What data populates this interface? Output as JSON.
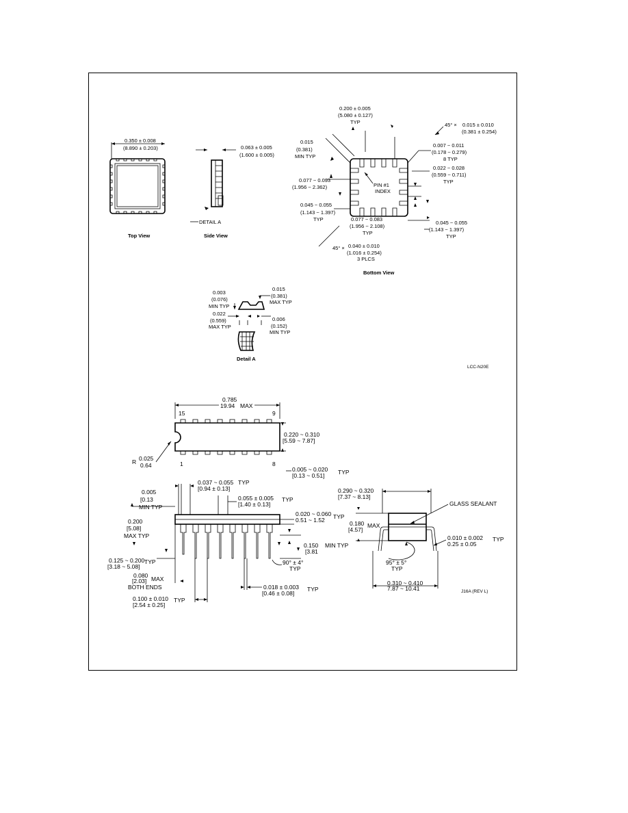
{
  "ceramic_package": {
    "top_view": {
      "caption": "Top View",
      "dim_lines": [
        "0.350 ± 0.008",
        "(8.890 ± 0.203)"
      ]
    },
    "side_view": {
      "caption": "Side View",
      "dim_lines": [
        "0.063 ± 0.005",
        "(1.600 ± 0.005)"
      ],
      "detail_callout": "DETAIL A"
    },
    "bottom_view": {
      "caption": "Bottom View",
      "top_dim": [
        "0.200 ± 0.005",
        "(5.080 ± 0.127)",
        "TYP"
      ],
      "angle_dim": [
        "45° ×",
        "0.015 ± 0.010",
        "(0.381 ± 0.254)"
      ],
      "left_dim_1": [
        "0.015",
        "(0.381)",
        "MIN TYP"
      ],
      "right_dim_1": [
        "0.007 ~ 0.011",
        "(0.178 ~ 0.279)",
        "8 TYP"
      ],
      "right_dim_2": [
        "0.022 ~ 0.028",
        "(0.559 ~ 0.711)",
        "TYP"
      ],
      "left_dim_2": [
        "0.077 ~ 0.093",
        "(1.956 ~ 2.362)"
      ],
      "left_dim_3": [
        "0.045 ~ 0.055",
        "(1.143 ~ 1.397)",
        "TYP"
      ],
      "bottom_dim_1": [
        "0.077 ~ 0.083",
        "(1.956 ~ 2.108)",
        "TYP"
      ],
      "right_dim_3": [
        "0.045 ~ 0.055",
        "(1.143 ~ 1.397)",
        "TYP"
      ],
      "bottom_dim_2": [
        "45° ×",
        "0.040 ± 0.010",
        "(1.016 ± 0.254)",
        "3 PLCS"
      ],
      "pin_label": [
        "PIN #1",
        "INDEX"
      ]
    },
    "detail_a": {
      "caption": "Detail A",
      "dims": [
        [
          "0.003",
          "(0.076)",
          "MIN TYP"
        ],
        [
          "0.015",
          "(0.381)",
          "MAX TYP"
        ],
        [
          "0.022",
          "(0.559)",
          "MAX TYP"
        ],
        [
          "0.006",
          "(0.152)",
          "MIN TYP"
        ]
      ]
    },
    "figure_id": "LCC-N20E"
  },
  "dip_package": {
    "top_view": {
      "length": [
        "0.785",
        "19.94",
        "MAX"
      ],
      "pin_16": "15",
      "pin_9": "9",
      "pin_1": "1",
      "pin_8": "8",
      "radius": [
        "R",
        "0.025",
        "0.64"
      ],
      "width": [
        "0.220 ~ 0.310",
        "[5.59 ~ 7.87]"
      ],
      "end_dim": [
        "0.005 ~ 0.020",
        "[0.13 ~ 0.51]",
        "TYP"
      ]
    },
    "side_view": {
      "dim_a": [
        "0.005",
        "[0.13",
        "MIN TYP"
      ],
      "dim_b": [
        "0.037 ~ 0.055",
        "[0.94 ± 0.13]",
        "TYP"
      ],
      "dim_c": [
        "0.055 ± 0.005",
        "[1.40 ± 0.13]",
        "TYP"
      ],
      "dim_d": [
        "0.200",
        "[5.08]",
        "MAX TYP"
      ],
      "dim_e": [
        "0.020 ~ 0.060",
        "0.51 ~ 1.52",
        "TYP"
      ],
      "dim_f": [
        "0.150",
        "[3.81",
        "MIN TYP"
      ],
      "dim_g": [
        "0.125 ~ 0.200",
        "[3.18 ~ 5.08]",
        "TYP"
      ],
      "dim_h": [
        "0.080",
        "[2.03]",
        "MAX",
        "BOTH ENDS"
      ],
      "dim_i": [
        "90° ± 4°",
        "TYP"
      ],
      "dim_j": [
        "0.018 ± 0.003",
        "[0.46 ± 0.08]",
        "TYP"
      ],
      "dim_k": [
        "0.100 ± 0.010",
        "[2.54 ± 0.25]",
        "TYP"
      ]
    },
    "end_view": {
      "width_top": [
        "0.290 ~ 0.320",
        "[7.37 ~ 8.13]"
      ],
      "glass_label": "GLASS SEALANT",
      "height": [
        "0.180",
        "[4.57]",
        "MAX"
      ],
      "lead_dim": [
        "0.010 ± 0.002",
        "0.25 ± 0.05",
        "TYP"
      ],
      "angle": [
        "95° ± 5°",
        "TYP"
      ],
      "width_bottom": [
        "0.310 ~ 0.410",
        "7.87 ~ 10.41"
      ]
    },
    "figure_id": "J16A (REV L)"
  }
}
